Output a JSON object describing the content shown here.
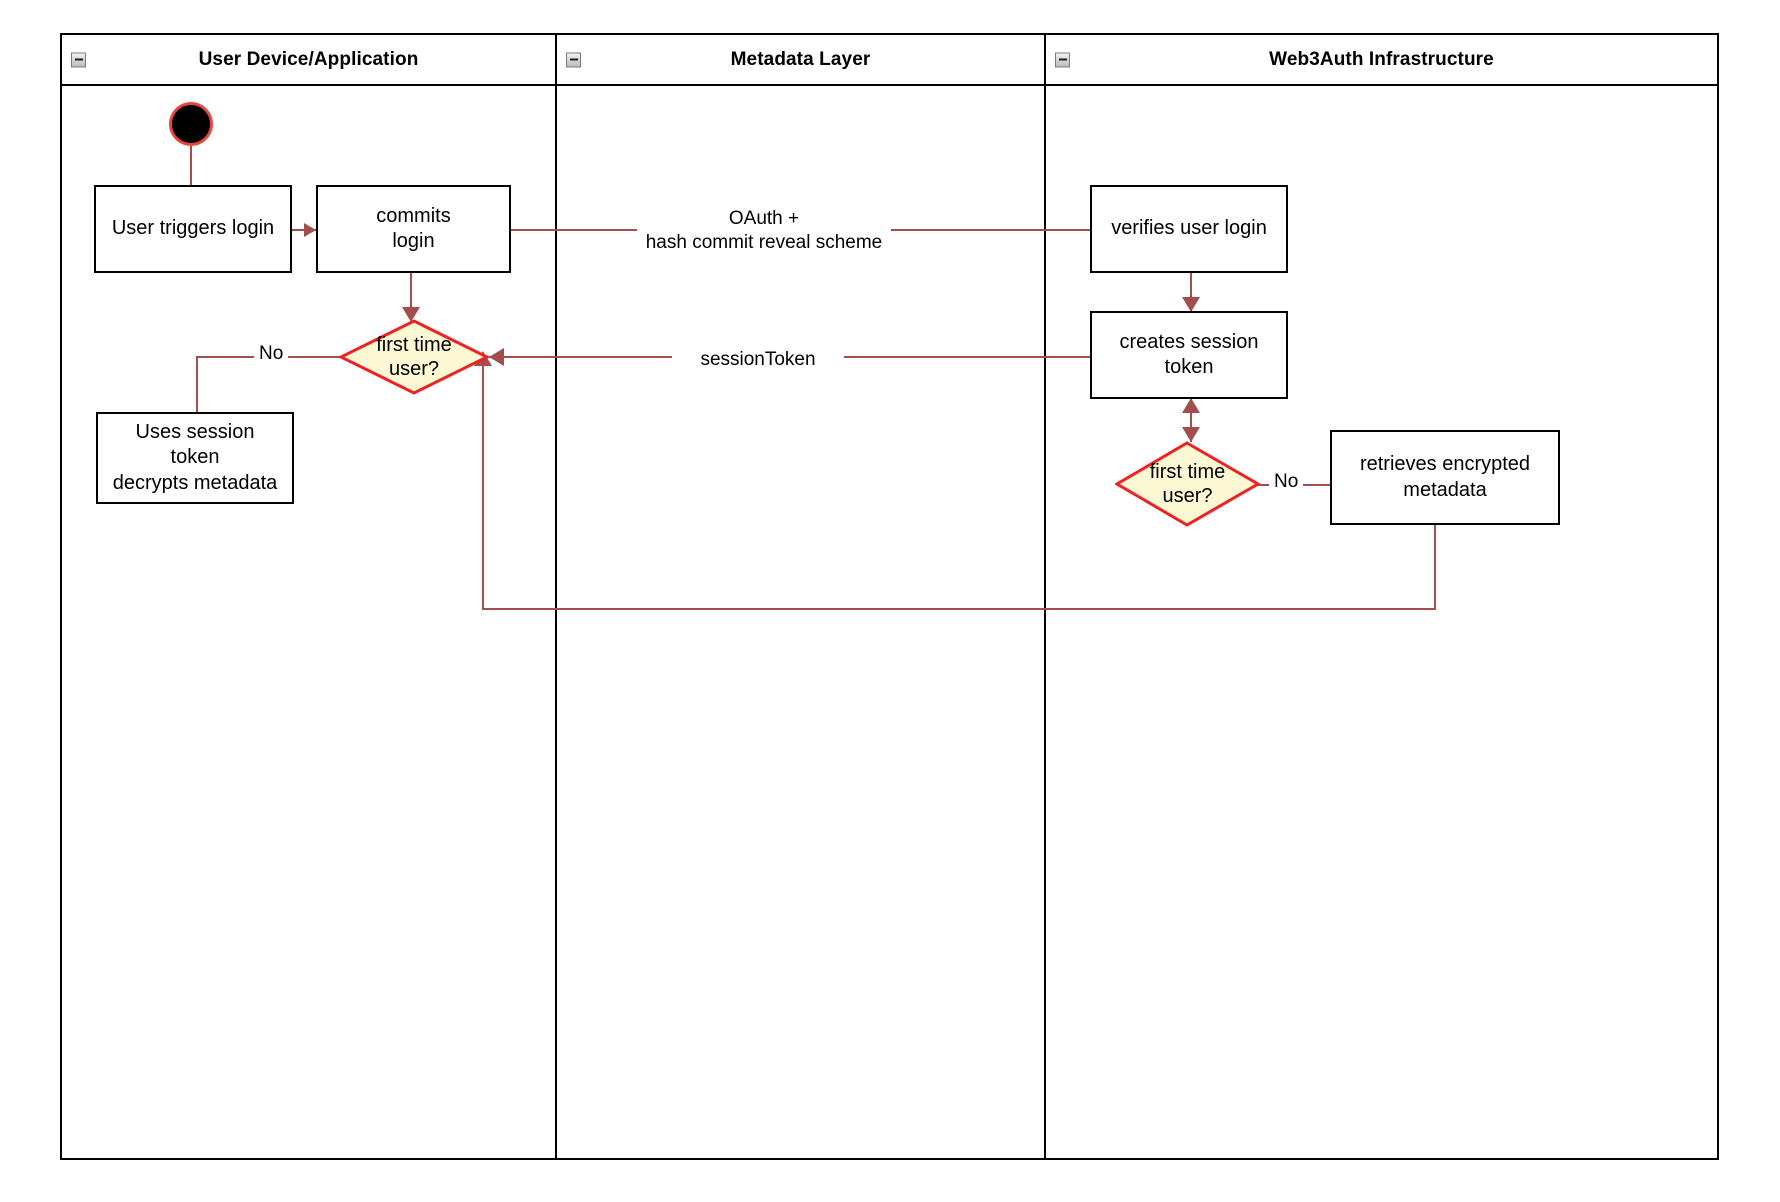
{
  "diagram": {
    "title": "Web3Auth login activity diagram",
    "type": "swimlane-activity-diagram",
    "colors": {
      "lane_border": "#000000",
      "node_border": "#000000",
      "node_fill": "#ffffff",
      "decision_border": "#ee2222",
      "decision_fill": "#fcf8d4",
      "connector": "#a34d4d",
      "start_node_fill": "#000000",
      "start_node_border": "#e8453c"
    }
  },
  "lanes": [
    {
      "id": "user-device",
      "title": "User Device/Application",
      "collapse_icon": "minus-box-icon"
    },
    {
      "id": "metadata-layer",
      "title": "Metadata Layer",
      "collapse_icon": "minus-box-icon"
    },
    {
      "id": "web3auth",
      "title": "Web3Auth Infrastructure",
      "collapse_icon": "minus-box-icon"
    }
  ],
  "nodes": {
    "start": {
      "kind": "start",
      "icon": "start-node-icon",
      "label": ""
    },
    "user_triggers_login": {
      "kind": "activity",
      "label": "User triggers login"
    },
    "commits_login": {
      "kind": "activity",
      "label_line1": "commits",
      "label_line2": "login"
    },
    "first_time_user_left": {
      "kind": "decision",
      "label_line1": "first time",
      "label_line2": "user?"
    },
    "uses_session_token": {
      "kind": "activity",
      "label_line1": "Uses session",
      "label_line2": "token",
      "label_line3": "decrypts metadata"
    },
    "verifies_user_login": {
      "kind": "activity",
      "label": "verifies user login"
    },
    "creates_session_token": {
      "kind": "activity",
      "label_line1": "creates session",
      "label_line2": "token"
    },
    "first_time_user_right": {
      "kind": "decision",
      "label_line1": "first time",
      "label_line2": "user?"
    },
    "retrieves_encrypted_metadata": {
      "kind": "activity",
      "label_line1": "retrieves encrypted",
      "label_line2": "metadata"
    }
  },
  "edge_labels": {
    "oauth_line1": "OAuth +",
    "oauth_line2": "hash commit reveal scheme",
    "session_token": "sessionToken",
    "no_left": "No",
    "no_right": "No"
  }
}
